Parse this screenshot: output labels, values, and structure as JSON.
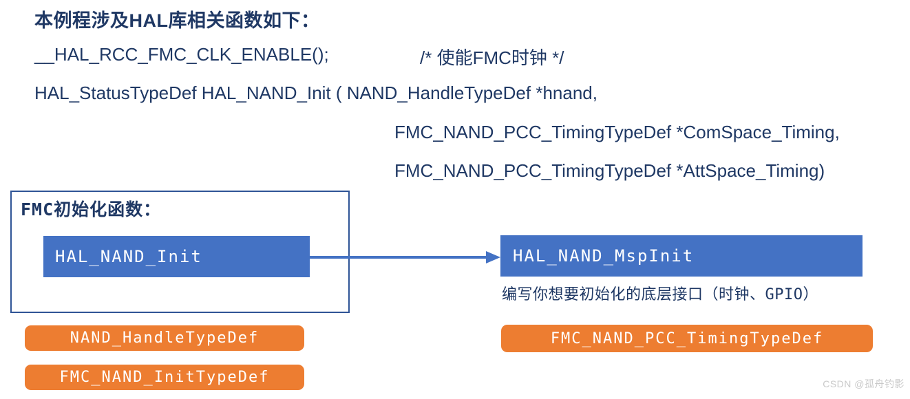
{
  "header": {
    "intro_line": "本例程涉及HAL库相关函数如下：",
    "enable_call": "__HAL_RCC_FMC_CLK_ENABLE();",
    "enable_comment": "/* 使能FMC时钟 */",
    "init_signature": "HAL_StatusTypeDef HAL_NAND_Init ( NAND_HandleTypeDef *hnand,",
    "init_param2": "FMC_NAND_PCC_TimingTypeDef *ComSpace_Timing,",
    "init_param3": "FMC_NAND_PCC_TimingTypeDef *AttSpace_Timing)"
  },
  "diagram": {
    "fmc_box_label": "FMC初始化函数：",
    "init_block_label": "HAL_NAND_Init",
    "msp_block_label": "HAL_NAND_MspInit",
    "msp_caption": "编写你想要初始化的底层接口（时钟、GPIO）",
    "left_structs": [
      "NAND_HandleTypeDef",
      "FMC_NAND_InitTypeDef"
    ],
    "right_struct": "FMC_NAND_PCC_TimingTypeDef"
  },
  "watermark": "CSDN @孤舟钓影",
  "colors": {
    "text_navy": "#1f3864",
    "block_blue": "#4472c4",
    "struct_orange": "#ed7d31",
    "box_border_blue": "#2f5496",
    "watermark_gray": "#c9c9c9"
  }
}
